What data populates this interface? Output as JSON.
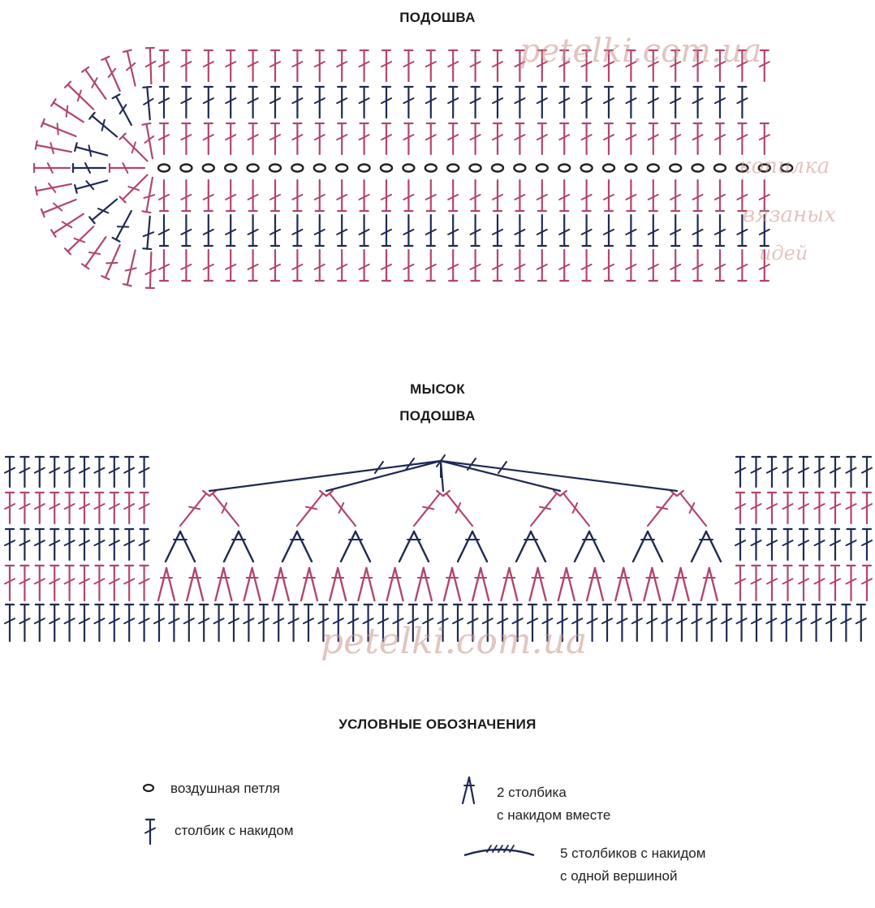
{
  "titles": {
    "sole": "ПОДОШВА",
    "toe": "МЫСОК",
    "toe_sole": "ПОДОШВА",
    "legend": "УСЛОВНЫЕ ОБОЗНАЧЕНИЯ"
  },
  "legend": [
    {
      "symbol": "chain-stitch-icon",
      "label": "воздушная петля"
    },
    {
      "symbol": "double-crochet-icon",
      "label": "столбик с накидом"
    },
    {
      "symbol": "dc2tog-icon",
      "label_line1": "2 столбика",
      "label_line2": "с накидом вместе"
    },
    {
      "symbol": "dc5tog-icon",
      "label_line1": "5 столбиков с накидом",
      "label_line2": "с одной вершиной"
    }
  ],
  "watermarks": {
    "site_top": "petelki.com.ua",
    "site_bottom": "petelki.com.ua",
    "brand_1": "копилка",
    "brand_2": "вязаных",
    "brand_3": "идей"
  },
  "colors": {
    "pink": "#b2456e",
    "navy": "#1f2a52",
    "text": "#1a1a1a"
  }
}
